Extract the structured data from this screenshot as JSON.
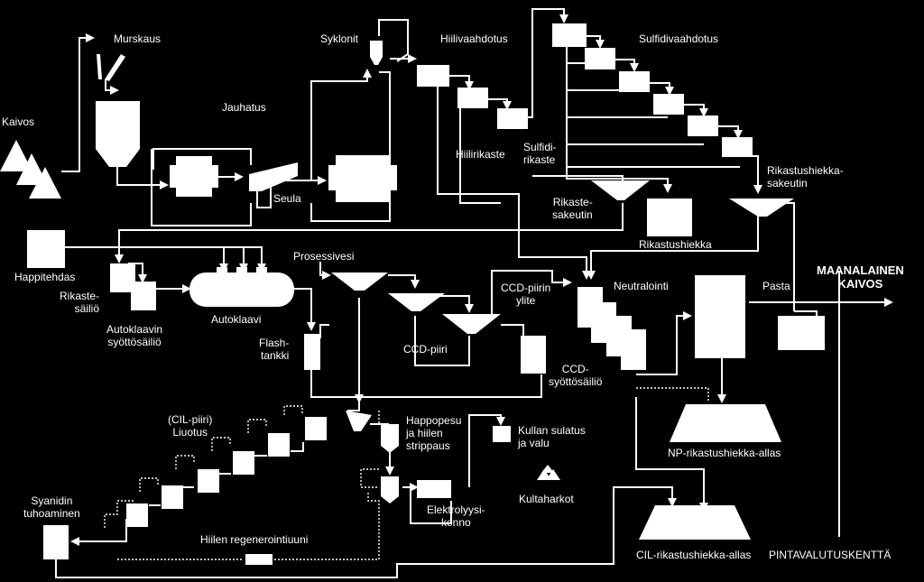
{
  "labels": {
    "murskaus": "Murskaus",
    "kaivos": "Kaivos",
    "jauhatus": "Jauhatus",
    "seula": "Seula",
    "syklonit": "Syklonit",
    "hiilivaahdotus": "Hiilivaahdotus",
    "sulfidivaahdotus": "Sulfidivaahdotus",
    "hiilirikaste": "Hiilirikaste",
    "sulfidirikaste": "Sulfidi-\nrikaste",
    "rikastushiekkasakeutin": "Rikastushiekka-\nsakeutin",
    "rikastesakeutin": "Rikaste-\nsakeutin",
    "rikastushiekka": "Rikastushiekka",
    "happitehdas": "Happitehdas",
    "rikastesailio": "Rikaste-\nsäiliö",
    "autoklaavinsyottosailio": "Autoklaavin\nsyöttösäiliö",
    "autoklaavi": "Autoklaavi",
    "prosessivesi": "Prosessivesi",
    "flashtankki": "Flash-\ntankki",
    "ccdpiiri": "CCD-piiri",
    "ccdpiirinylite": "CCD-piirin\nylite",
    "neutralointi": "Neutralointi",
    "ccdsyottosailio": "CCD-\nsyöttösäiliö",
    "pasta": "Pasta",
    "maanalainenkaivos": "MAANALAINEN\nKAIVOS",
    "cilpiiri": "(CIL-piiri)\nLiuotus",
    "happopesu": "Happopesu\nja hiilen\nstrippaus",
    "kullansulatus": "Kullan sulatus\nja valu",
    "kultaharkot": "Kultaharkot",
    "elektrolyysikenno": "Elektrolyysi-\nkenno",
    "syanidintuhoaminen": "Syanidin\ntuhoaminen",
    "hiilenregenerointiuuni": "Hiilen regenerointiuuni",
    "nprikastushiekkaallas": "NP-rikastushiekka-allas",
    "cilrikastushiekkaallas": "CIL-rikastushiekka-allas",
    "pintavalutuskentta": "PINTAVALUTUSKENTTÄ"
  },
  "colors": {
    "background": "#000000",
    "foreground": "#ffffff"
  }
}
